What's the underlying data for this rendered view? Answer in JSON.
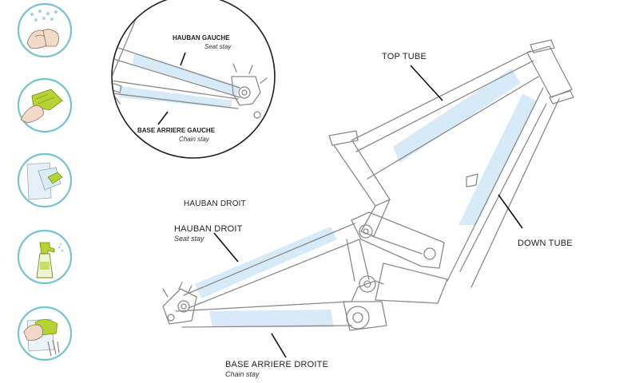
{
  "labels": {
    "top_tube": "TOP TUBE",
    "down_tube": "DOWN TUBE",
    "hauban_droit_plain": "HAUBAN DROIT",
    "hauban_droit": "HAUBAN DROIT",
    "seat_stay_right": "Seat stay",
    "base_arriere_droite": "BASE ARRIERE DROITE",
    "chain_stay_right": "Chain stay",
    "hauban_gauche": "HAUBAN GAUCHE",
    "seat_stay_left": "Seat stay",
    "base_arriere_gauche": "BASE ARRIERE GAUCHE",
    "chain_stay_left": "Chain stay"
  },
  "steps": [
    {
      "icon": "spray-water-hands-icon"
    },
    {
      "icon": "cloth-wipe-icon"
    },
    {
      "icon": "film-application-icon"
    },
    {
      "icon": "spray-bottle-icon"
    },
    {
      "icon": "hand-smoothing-icon"
    }
  ],
  "colors": {
    "film": "#cfe8f6",
    "icon_ring": "#79c3cf",
    "accent_green": "#b6d334"
  }
}
